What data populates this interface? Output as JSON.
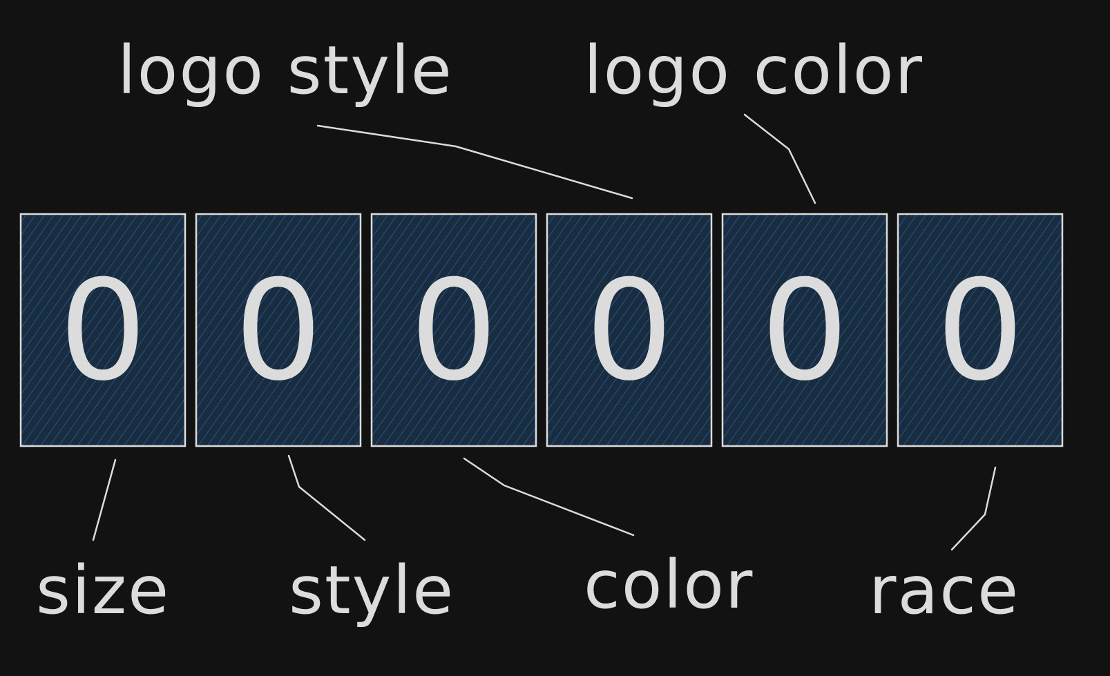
{
  "colors": {
    "background": "#121212",
    "cell_fill": "#1a2c40",
    "hatch": "#1f5f9a",
    "stroke": "#dcdcdc",
    "text": "#dcdcdc"
  },
  "top_labels": [
    {
      "id": "logo-style",
      "text": "logo style"
    },
    {
      "id": "logo-color",
      "text": "logo color"
    }
  ],
  "bottom_labels": [
    {
      "id": "size",
      "text": "size"
    },
    {
      "id": "style",
      "text": "style"
    },
    {
      "id": "color",
      "text": "color"
    },
    {
      "id": "race",
      "text": "race"
    }
  ],
  "cells": [
    {
      "digit": "0"
    },
    {
      "digit": "0"
    },
    {
      "digit": "0"
    },
    {
      "digit": "0"
    },
    {
      "digit": "0"
    },
    {
      "digit": "0"
    }
  ],
  "links": [
    {
      "label": "logo-style",
      "cell": 3
    },
    {
      "label": "logo-color",
      "cell": 4
    },
    {
      "label": "size",
      "cell": 0
    },
    {
      "label": "style",
      "cell": 1
    },
    {
      "label": "color",
      "cell": 2
    },
    {
      "label": "race",
      "cell": 5
    }
  ]
}
